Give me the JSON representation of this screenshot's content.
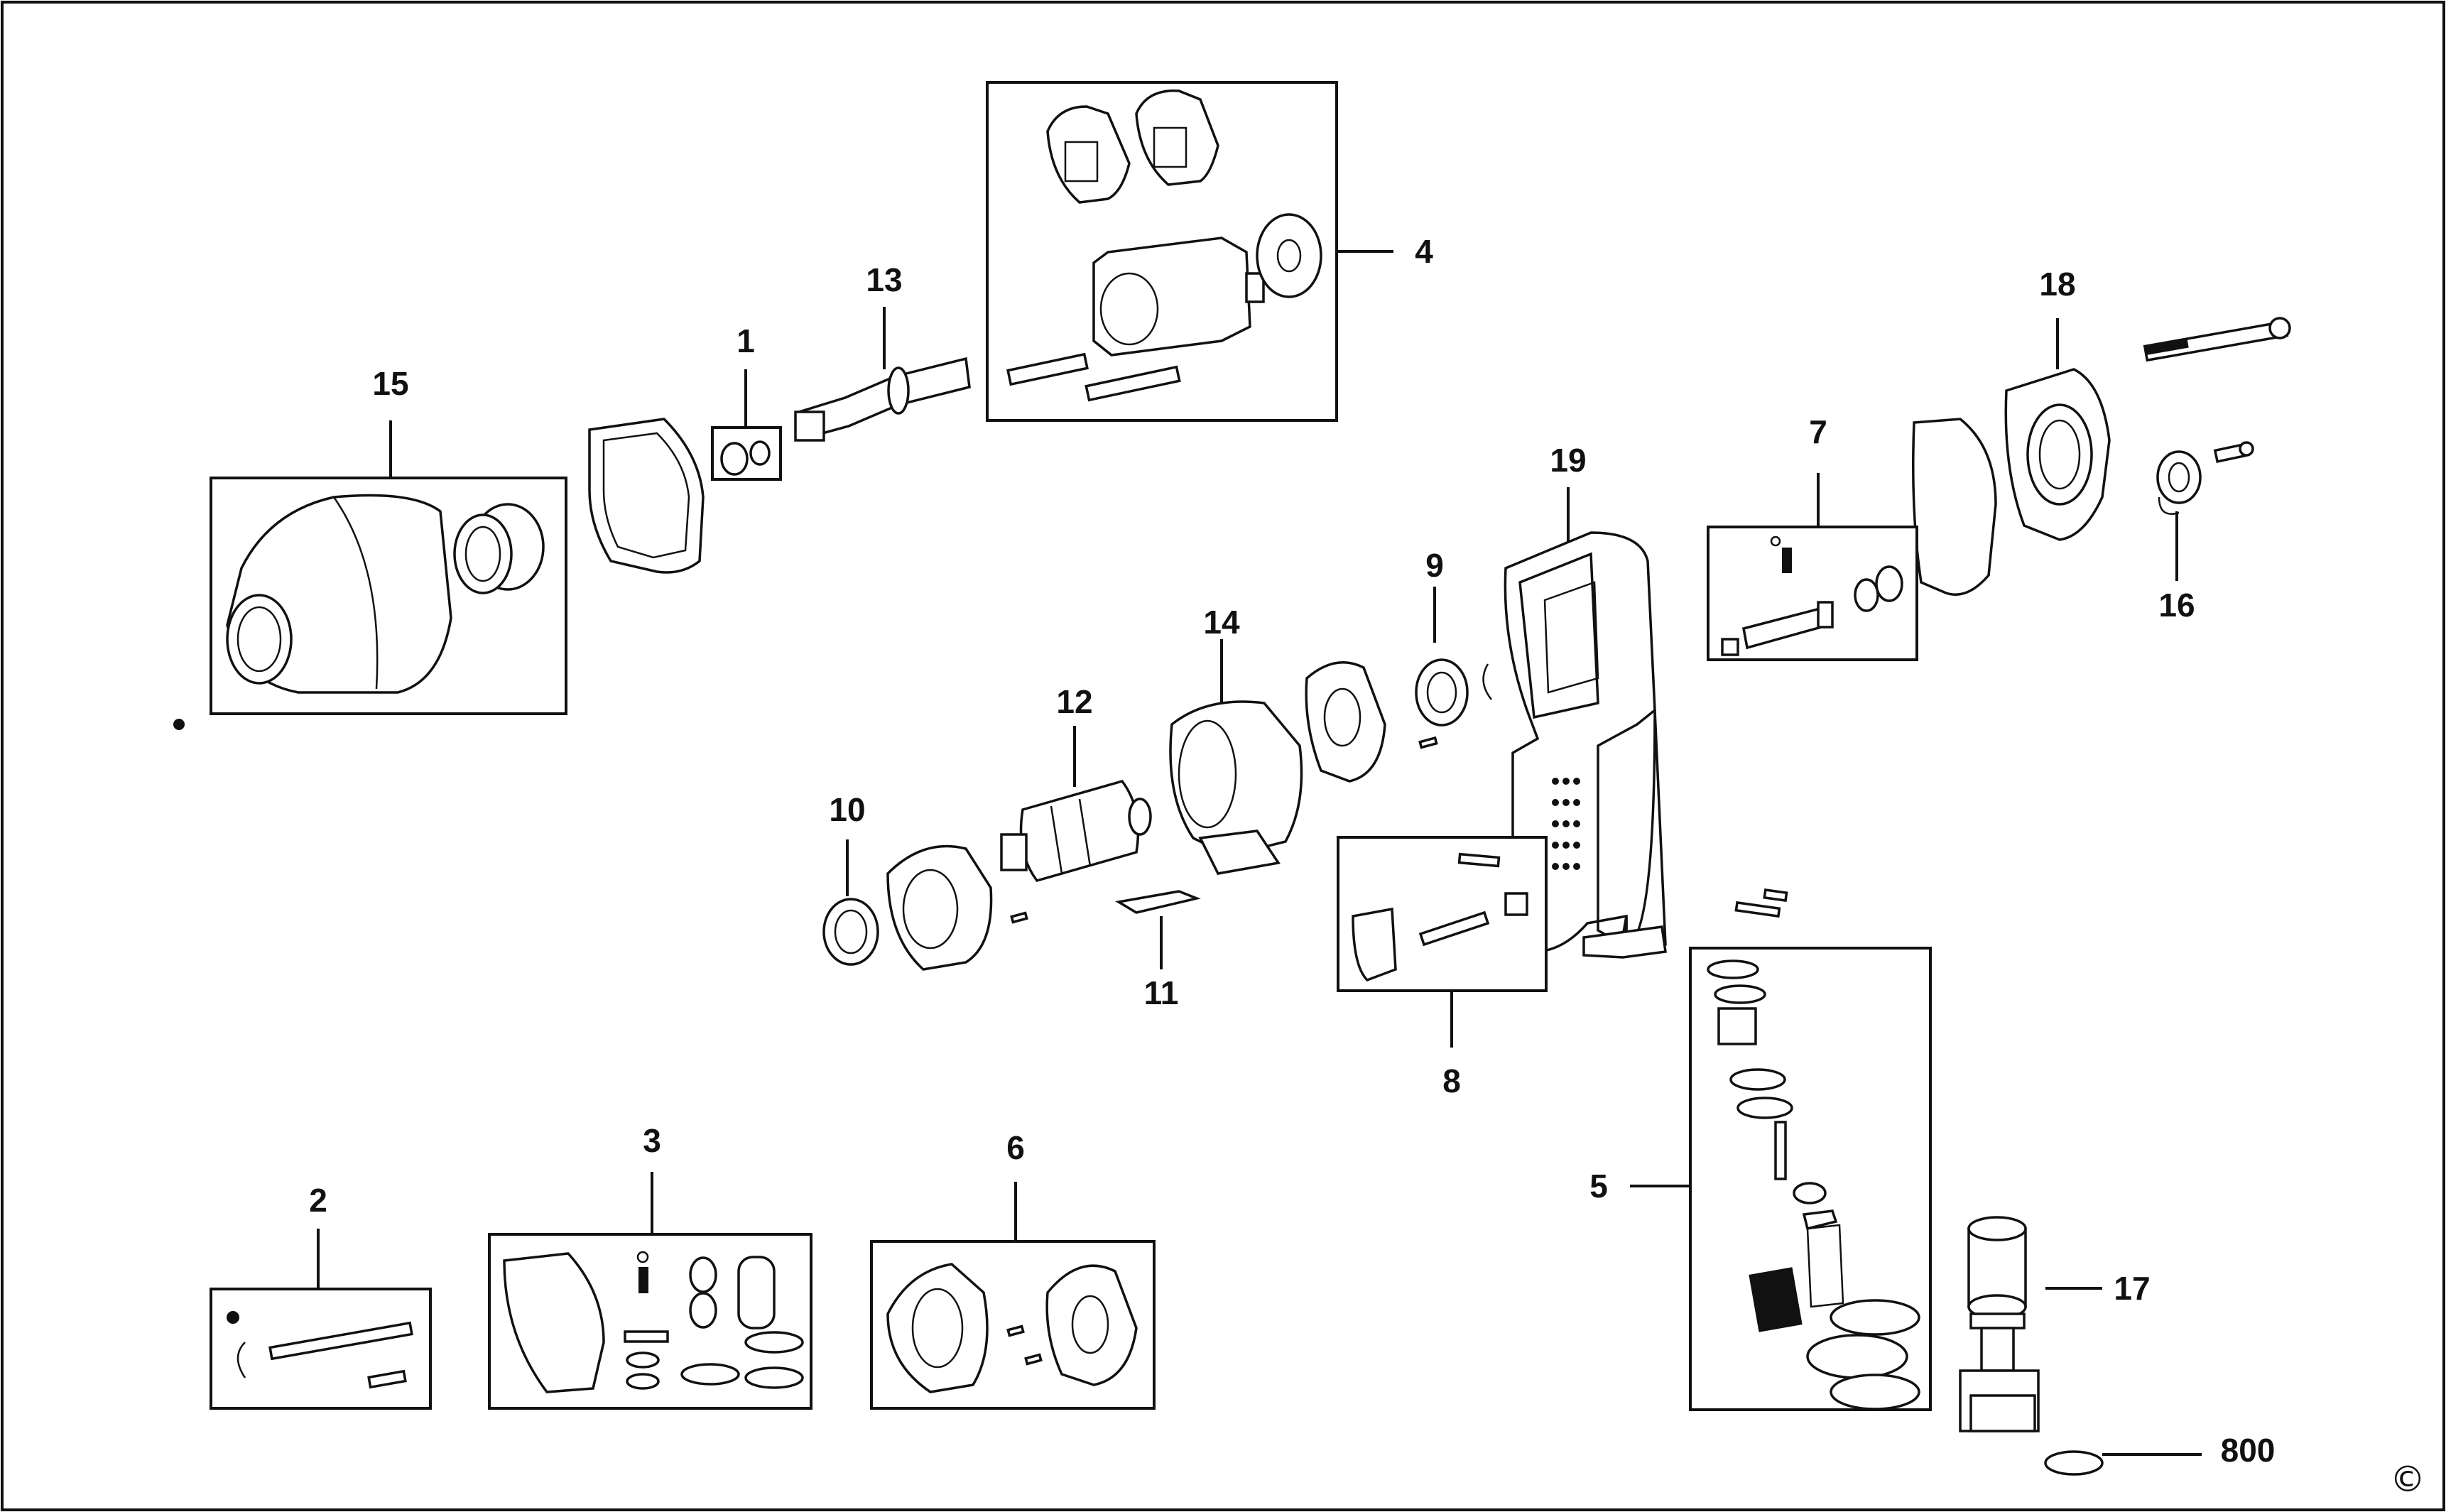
{
  "diagram": {
    "labels": {
      "p1": "1",
      "p2": "2",
      "p3": "3",
      "p4": "4",
      "p5": "5",
      "p6": "6",
      "p7": "7",
      "p8": "8",
      "p9": "9",
      "p10": "10",
      "p11": "11",
      "p12": "12",
      "p13": "13",
      "p14": "14",
      "p15": "15",
      "p16": "16",
      "p17": "17",
      "p18": "18",
      "p19": "19",
      "p800": "800"
    },
    "copyright": "©"
  }
}
